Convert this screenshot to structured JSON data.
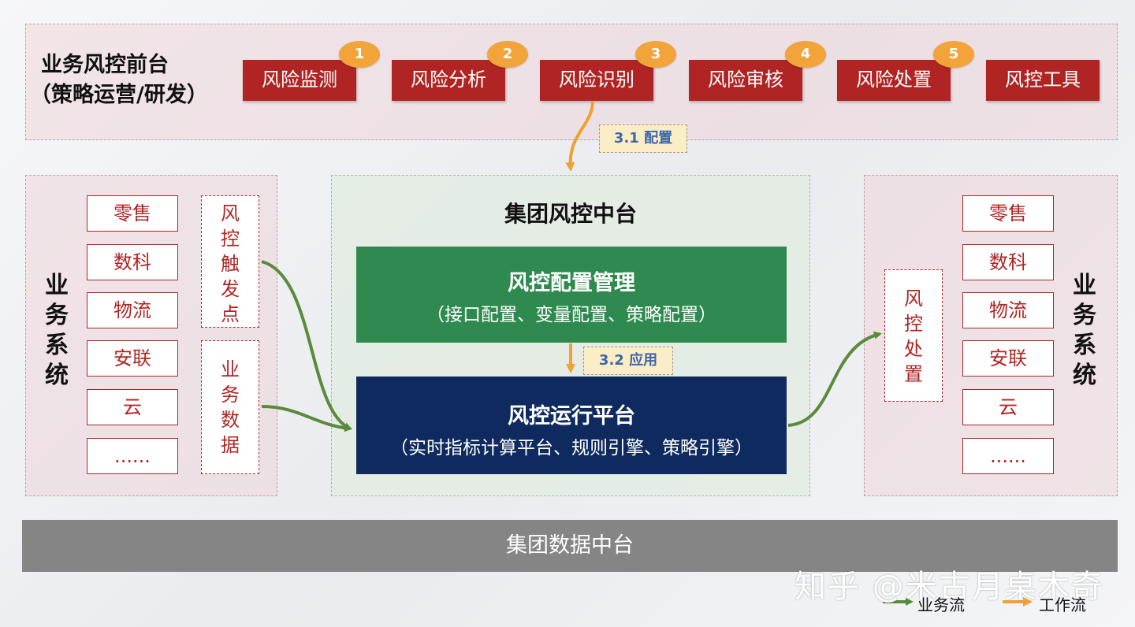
{
  "front_office": {
    "title_line1": "业务风控前台",
    "title_line2": "（策略运营/研发）",
    "steps": [
      {
        "label": "风险监测",
        "badge": "1"
      },
      {
        "label": "风险分析",
        "badge": "2"
      },
      {
        "label": "风险识别",
        "badge": "3"
      },
      {
        "label": "风险审核",
        "badge": "4"
      },
      {
        "label": "风险处置",
        "badge": "5"
      },
      {
        "label": "风控工具",
        "badge": ""
      }
    ]
  },
  "flow_tags": {
    "config": "3.1 配置",
    "apply": "3.2 应用"
  },
  "left_system": {
    "label_chars": [
      "业",
      "务",
      "系",
      "统"
    ],
    "items": [
      "零售",
      "数科",
      "物流",
      "安联",
      "云",
      "......"
    ],
    "trigger_chars": [
      "风",
      "控",
      "触",
      "发",
      "点"
    ],
    "data_chars": [
      "业",
      "务",
      "数",
      "据"
    ]
  },
  "middle": {
    "title": "集团风控中台",
    "config_mgmt": {
      "title": "风控配置管理",
      "subtitle": "（接口配置、变量配置、策略配置）"
    },
    "runtime": {
      "title": "风控运行平台",
      "subtitle": "（实时指标计算平台、规则引擎、策略引擎）"
    }
  },
  "right_system": {
    "disposal_chars": [
      "风",
      "控",
      "处",
      "置"
    ],
    "items": [
      "零售",
      "数科",
      "物流",
      "安联",
      "云",
      "......"
    ],
    "label_chars": [
      "业",
      "务",
      "系",
      "统"
    ]
  },
  "data_platform": "集团数据中台",
  "watermark": "知乎 @米古月桌木奇",
  "legend": {
    "business_flow": "业务流",
    "work_flow": "工作流"
  },
  "colors": {
    "red": "#b02524",
    "orange": "#f2a33a",
    "green": "#2f8a4f",
    "navy": "#0f2a5e",
    "gray": "#858585",
    "arrow_green": "#5a8a3c",
    "arrow_orange": "#f0a035"
  }
}
